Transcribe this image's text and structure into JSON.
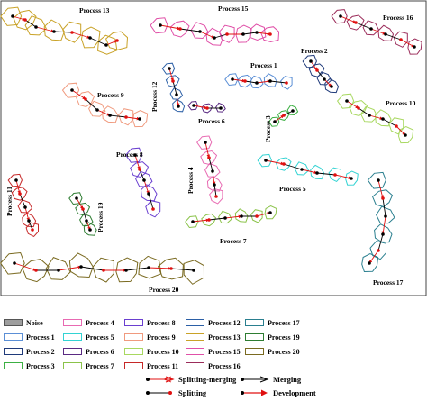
{
  "processes": [
    {
      "id": 13,
      "label": "Process 13",
      "color": "#c9a227",
      "labelVertical": false
    },
    {
      "id": 15,
      "label": "Process 15",
      "color": "#e050a8",
      "labelVertical": false
    },
    {
      "id": 16,
      "label": "Process 16",
      "color": "#9b2c5a",
      "labelVertical": false
    },
    {
      "id": 1,
      "label": "Process 1",
      "color": "#5b8fd6",
      "labelVertical": false
    },
    {
      "id": 2,
      "label": "Process 2",
      "color": "#1f3a7a",
      "labelVertical": false
    },
    {
      "id": 9,
      "label": "Process 9",
      "color": "#f09a7e",
      "labelVertical": false
    },
    {
      "id": 12,
      "label": "Process 12",
      "color": "#2b5fa6",
      "labelVertical": true
    },
    {
      "id": 6,
      "label": "Process 6",
      "color": "#5a2a82",
      "labelVertical": false
    },
    {
      "id": 3,
      "label": "Process 3",
      "color": "#3cb043",
      "labelVertical": true
    },
    {
      "id": 10,
      "label": "Process 10",
      "color": "#a8d860",
      "labelVertical": false
    },
    {
      "id": 8,
      "label": "Process 8",
      "color": "#6a3fd0",
      "labelVertical": false
    },
    {
      "id": 4,
      "label": "Process 4",
      "color": "#e86ab2",
      "labelVertical": true
    },
    {
      "id": 5,
      "label": "Process 5",
      "color": "#33d3d3",
      "labelVertical": false
    },
    {
      "id": 11,
      "label": "Process 11",
      "color": "#c62828",
      "labelVertical": true
    },
    {
      "id": 19,
      "label": "Process 19",
      "color": "#2e7d32",
      "labelVertical": true
    },
    {
      "id": 7,
      "label": "Process 7",
      "color": "#8bc34a",
      "labelVertical": false
    },
    {
      "id": 17,
      "label": "Process 17",
      "color": "#2a7f8f",
      "labelVertical": false
    },
    {
      "id": 20,
      "label": "Process 20",
      "color": "#7a6a20",
      "labelVertical": false
    }
  ],
  "legend": [
    {
      "label": "Noise",
      "color": "#9e9e9e",
      "fill": true
    },
    {
      "label": "Process 1",
      "color": "#5b8fd6"
    },
    {
      "label": "Process 2",
      "color": "#1f3a7a"
    },
    {
      "label": "Process 3",
      "color": "#3cb043"
    },
    {
      "label": "Process 4",
      "color": "#e86ab2"
    },
    {
      "label": "Process 5",
      "color": "#33d3d3"
    },
    {
      "label": "Process 6",
      "color": "#5a2a82"
    },
    {
      "label": "Process 7",
      "color": "#8bc34a"
    },
    {
      "label": "Process 8",
      "color": "#6a3fd0"
    },
    {
      "label": "Process 9",
      "color": "#f09a7e"
    },
    {
      "label": "Process 10",
      "color": "#a8d860"
    },
    {
      "label": "Process 11",
      "color": "#c62828"
    },
    {
      "label": "Process 12",
      "color": "#2b5fa6"
    },
    {
      "label": "Process 13",
      "color": "#c9a227"
    },
    {
      "label": "Process 15",
      "color": "#e050a8"
    },
    {
      "label": "Process 16",
      "color": "#9b2c5a"
    },
    {
      "label": "Process 17",
      "color": "#2a7f8f"
    },
    {
      "label": "Process 19",
      "color": "#2e7d32"
    },
    {
      "label": "Process 20",
      "color": "#7a6a20"
    }
  ],
  "symbols": {
    "splitting_merging": "Splitting-merging",
    "merging": "Merging",
    "splitting": "Splitting",
    "development": "Development"
  }
}
